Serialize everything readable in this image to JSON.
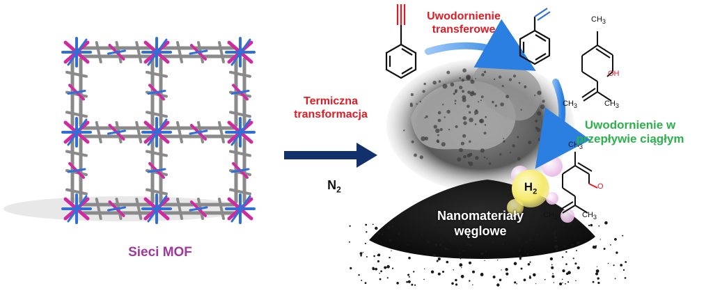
{
  "colors": {
    "red_label": "#e01b24",
    "green_label": "#2bb24c",
    "mof_label": "#a0399b",
    "process_arrow": "#12306b",
    "reaction_arrow": "#3b8ee8",
    "mof_magenta": "#d02aa0",
    "mof_blue": "#2f6fd6",
    "mof_gray": "#8a8a8a"
  },
  "labels": {
    "mof": "Sieci MOF",
    "thermal_line1": "Termiczna",
    "thermal_line2": "transformacja",
    "gas_main": "N",
    "gas_sub": "2",
    "transfer_line1": "Uwodornienie",
    "transfer_line2": "transferowe",
    "flow_line1": "Uwodornienie w",
    "flow_line2": "przepływie ciągłym",
    "h2_main": "H",
    "h2_sub": "2",
    "nano_line1": "Nanomateriały",
    "nano_line2": "węglowe"
  },
  "molecules": {
    "phenylacetylene": "phenylacetylene",
    "styrene": "styrene",
    "geraniol": "geraniol",
    "citral": "citral",
    "ch3": "CH",
    "ch3_sub": "3",
    "oh": "OH",
    "o": "O"
  },
  "icons": {
    "process_arrow": "arrow-right-icon",
    "transfer_arrow": "curved-arrow-icon",
    "flow_arrow": "curved-arrow-down-icon",
    "h2_bubble": "bubble-icon"
  }
}
